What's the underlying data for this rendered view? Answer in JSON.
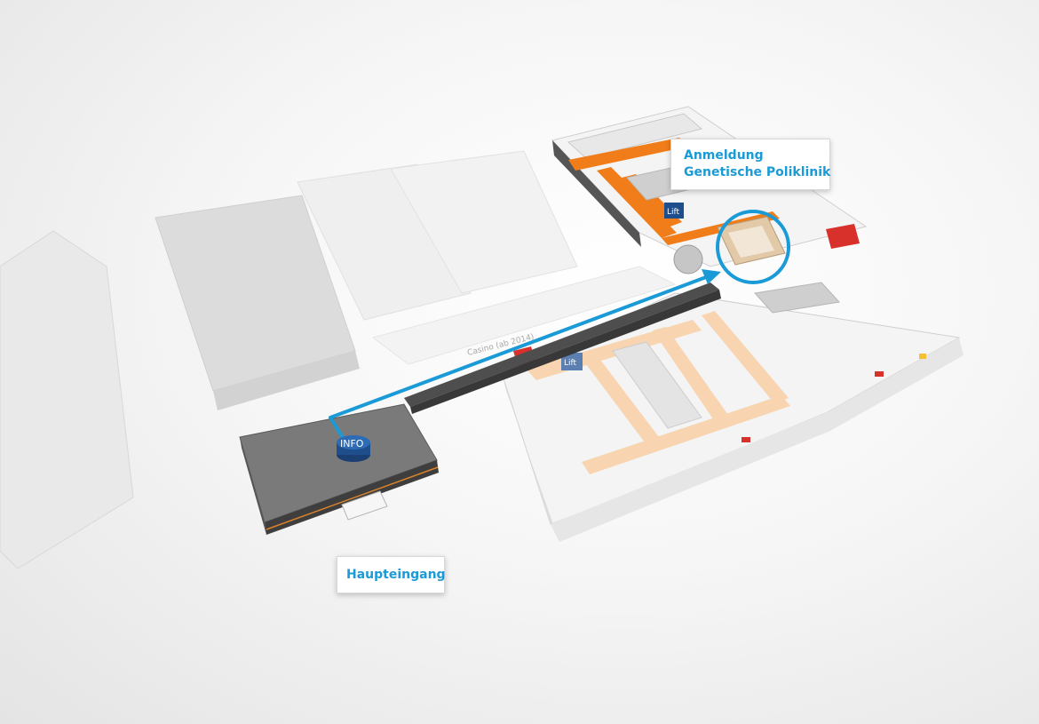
{
  "map": {
    "labels": {
      "destination_line1": "Anmeldung",
      "destination_line2": "Genetische Poliklinik",
      "main_entrance": "Haupteingang",
      "info_point": "INFO",
      "lift_north": "Lift",
      "lift_south": "Lift",
      "casino": "Casino (ab 2014)"
    },
    "colors": {
      "route": "#1a9ad6",
      "destination_corridor": "#f07d19",
      "ward_corridor": "#f8d4b0",
      "entrance_hall": "#7a7a7a",
      "accent_red": "#d8302a",
      "lift_badge": "#1f4e8c"
    },
    "icons": {
      "route": "route-arrow-icon",
      "destination": "destination-circle-icon",
      "info": "info-point-icon"
    }
  }
}
